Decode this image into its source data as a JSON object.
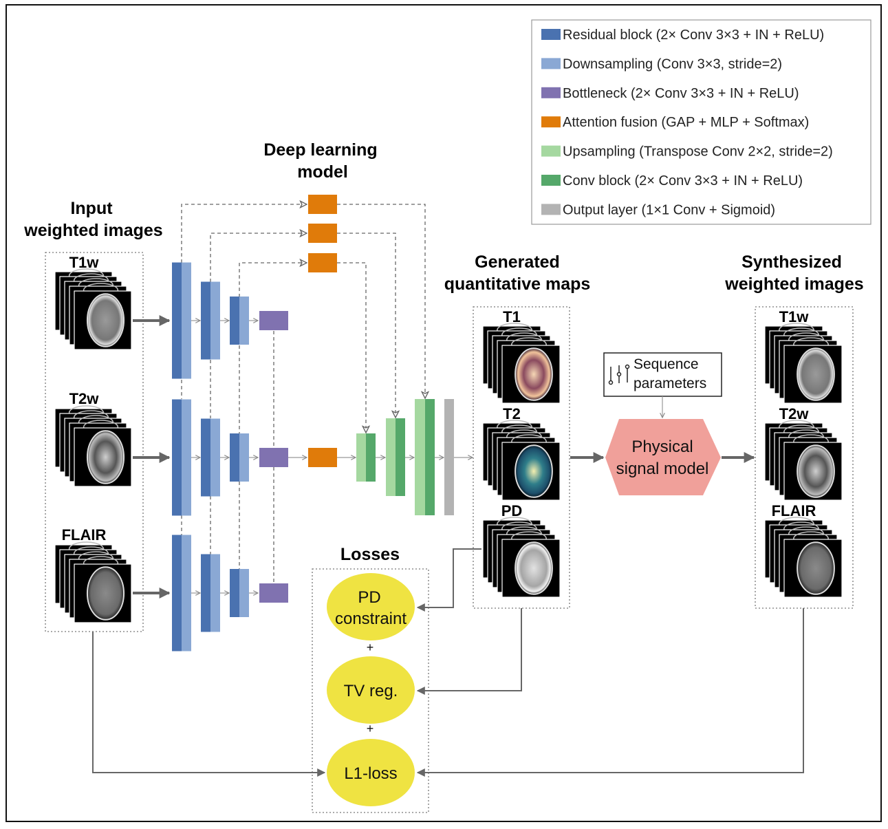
{
  "colors": {
    "residual": "#4a72b0",
    "downsampling": "#8aa8d4",
    "bottleneck": "#8072b0",
    "attention": "#e07b0a",
    "upsampling": "#a5d8a0",
    "conv": "#55a86a",
    "output": "#b3b3b3",
    "physical_model": "#f0a09a",
    "loss": "#efe342",
    "arrow": "#666666"
  },
  "legend": {
    "items": [
      {
        "key": "residual",
        "label": "Residual block (2× Conv 3×3 + IN + ReLU)"
      },
      {
        "key": "downsampling",
        "label": "Downsampling (Conv 3×3, stride=2)"
      },
      {
        "key": "bottleneck",
        "label": "Bottleneck (2× Conv 3×3 + IN + ReLU)"
      },
      {
        "key": "attention",
        "label": "Attention fusion (GAP + MLP + Softmax)"
      },
      {
        "key": "upsampling",
        "label": "Upsampling (Transpose Conv 2×2, stride=2)"
      },
      {
        "key": "conv",
        "label": "Conv block (2× Conv 3×3 + IN + ReLU)"
      },
      {
        "key": "output",
        "label": "Output layer (1×1 Conv + Sigmoid)"
      }
    ]
  },
  "sections": {
    "input": {
      "title_line1": "Input",
      "title_line2": "weighted images",
      "images": [
        "T1w",
        "T2w",
        "FLAIR"
      ]
    },
    "model": {
      "title_line1": "Deep learning",
      "title_line2": "model"
    },
    "maps": {
      "title_line1": "Generated",
      "title_line2": "quantitative maps",
      "images": [
        "T1",
        "T2",
        "PD"
      ]
    },
    "synth": {
      "title_line1": "Synthesized",
      "title_line2": "weighted images",
      "images": [
        "T1w",
        "T2w",
        "FLAIR"
      ]
    },
    "sequence": {
      "line1": "Sequence",
      "line2": "parameters",
      "icon": "sliders-icon"
    },
    "physical": {
      "line1": "Physical",
      "line2": "signal model"
    },
    "losses": {
      "title": "Losses",
      "items": [
        {
          "line1": "PD",
          "line2": "constraint"
        },
        {
          "line1": "TV reg.",
          "line2": ""
        },
        {
          "line1": "L1-loss",
          "line2": ""
        }
      ],
      "operator": "+"
    }
  }
}
